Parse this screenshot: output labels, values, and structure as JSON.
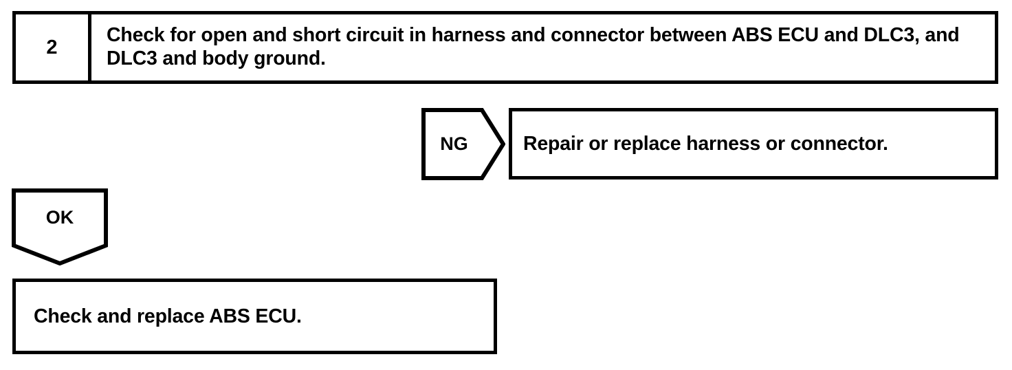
{
  "diagram": {
    "type": "troubleshooting-flowchart",
    "stroke_color": "#000000",
    "background_color": "#ffffff"
  },
  "step": {
    "number": "2",
    "instruction": "Check for open and short circuit in harness and connector between ABS ECU and DLC3, and DLC3 and body ground."
  },
  "branches": {
    "ng": {
      "label": "NG",
      "result": "Repair or replace harness or connector."
    },
    "ok": {
      "label": "OK",
      "result": "Check and replace ABS ECU."
    }
  }
}
